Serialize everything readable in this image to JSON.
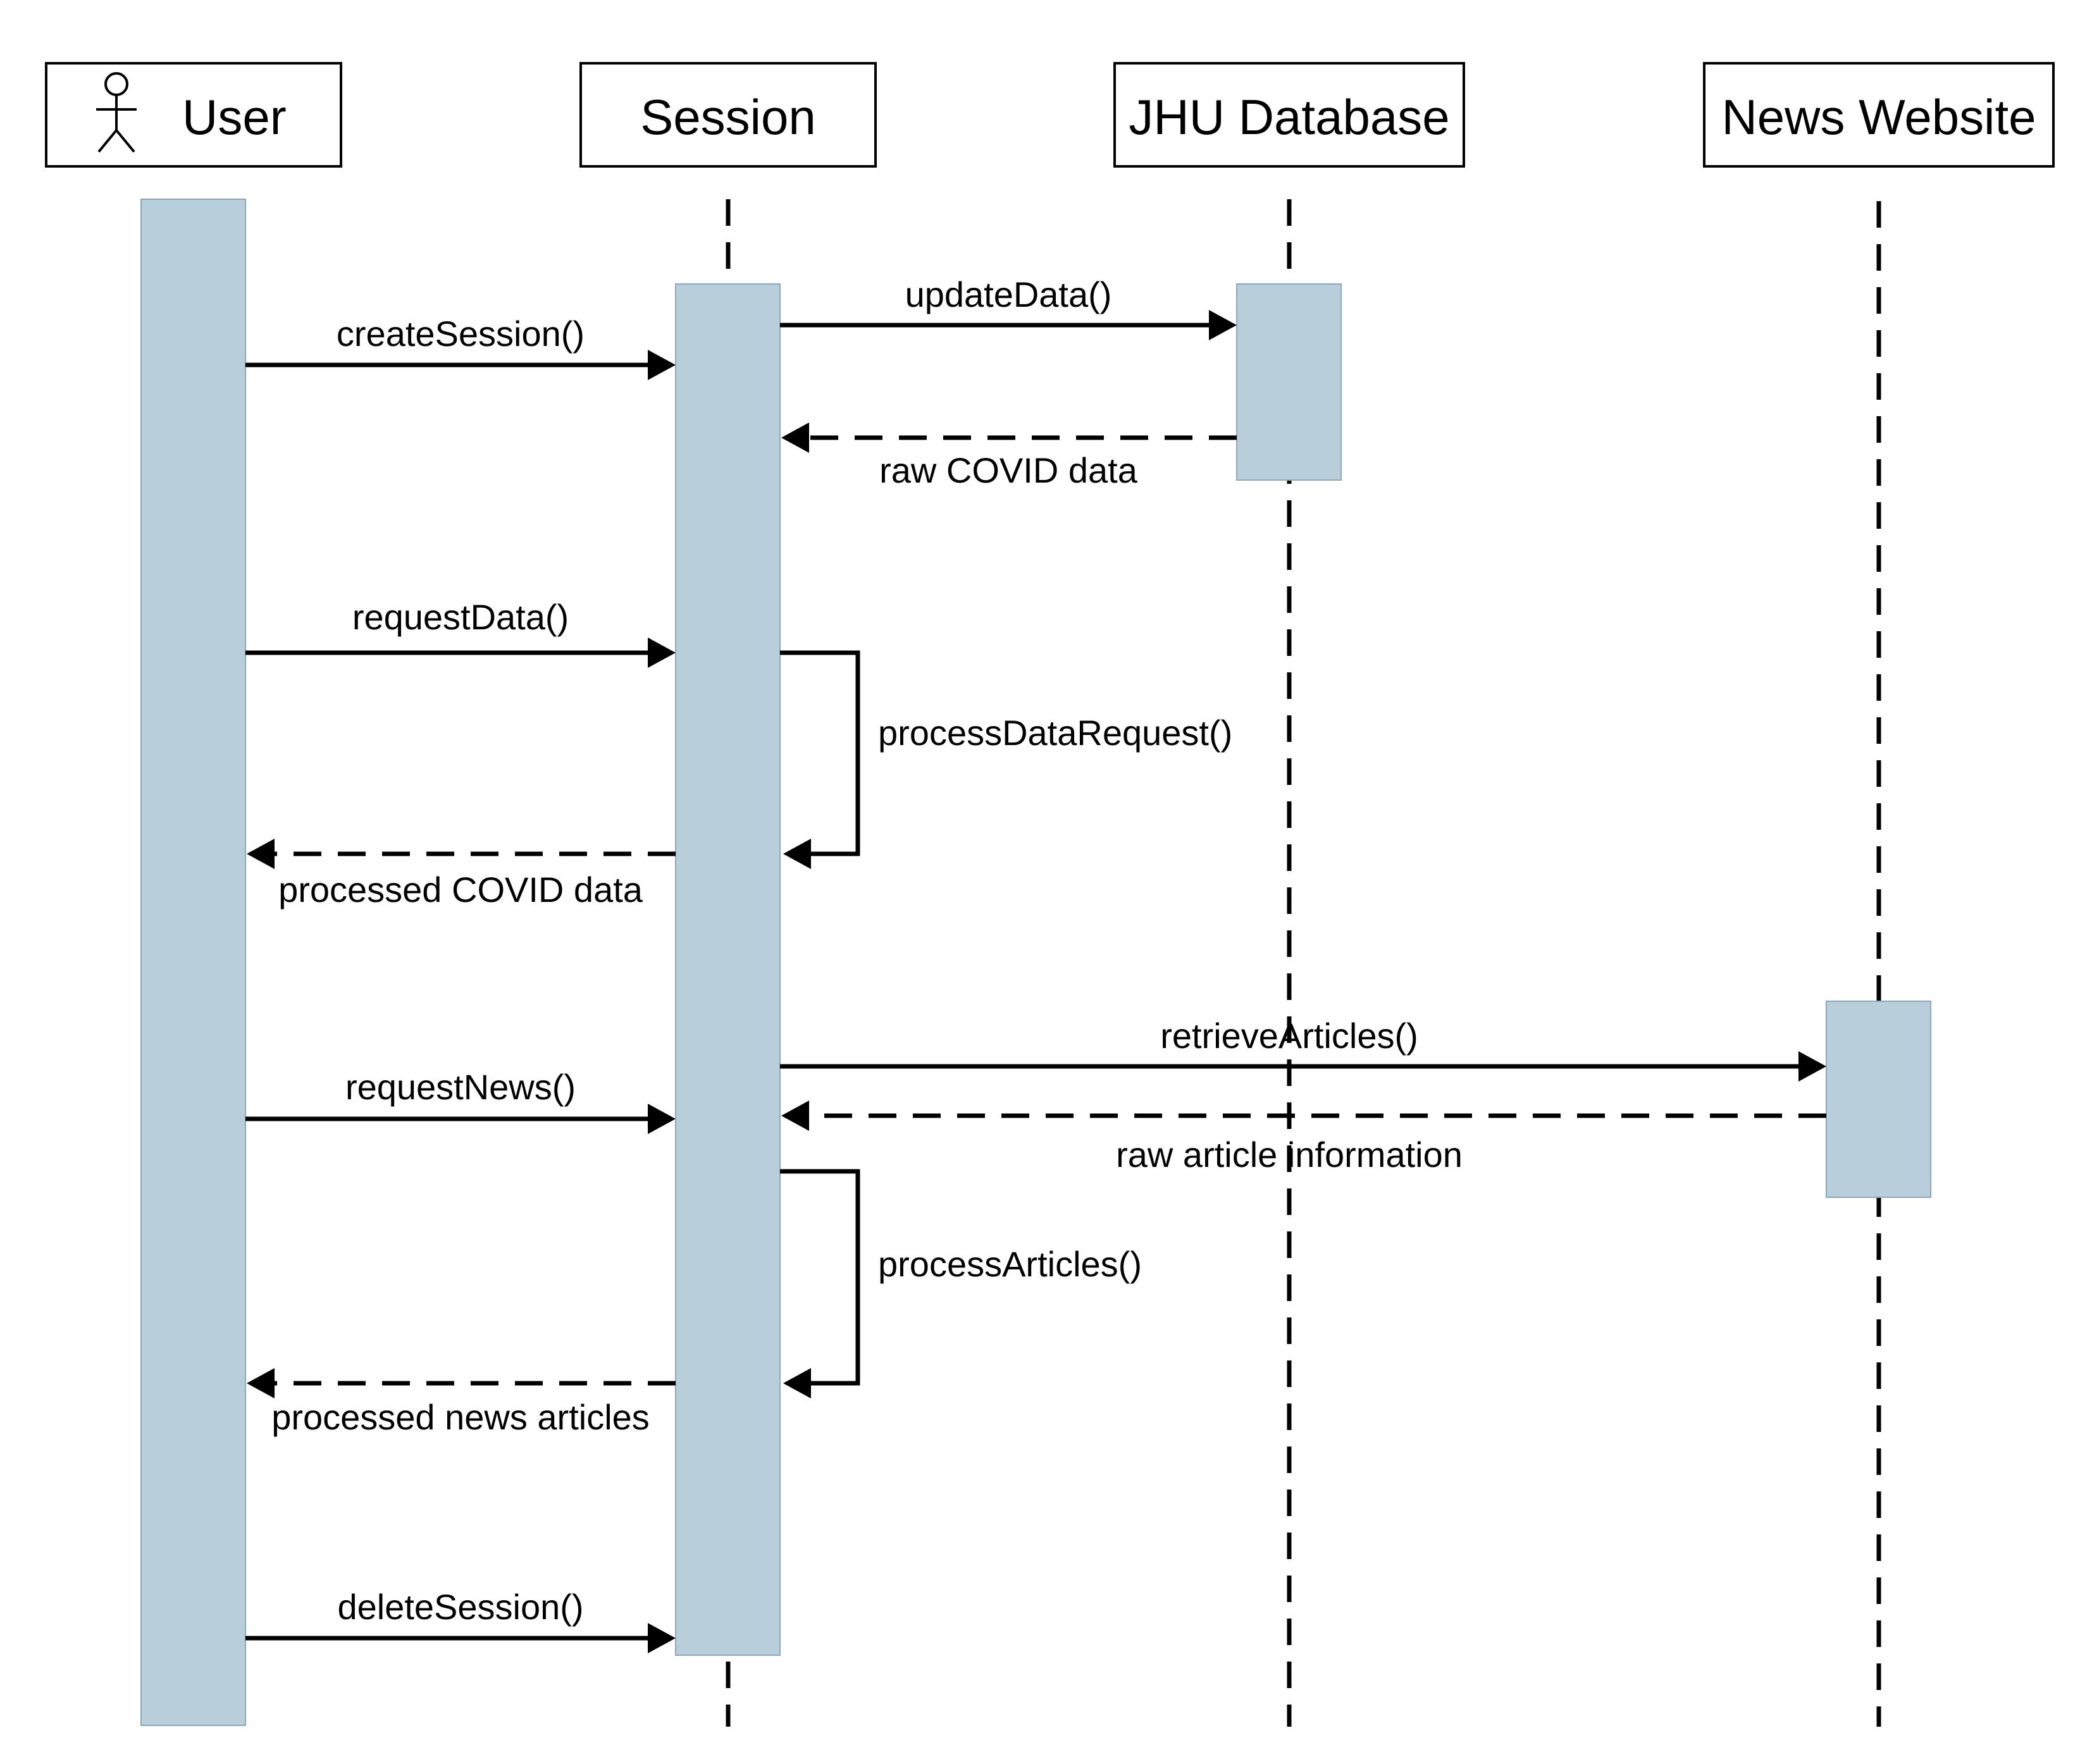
{
  "colors": {
    "activation_fill": "#b8cedb",
    "line": "#000000",
    "box_fill": "#ffffff"
  },
  "participants": [
    {
      "id": "user",
      "label": "User",
      "icon": "actor-icon"
    },
    {
      "id": "session",
      "label": "Session"
    },
    {
      "id": "jhu",
      "label": "JHU Database"
    },
    {
      "id": "news",
      "label": "News Website"
    }
  ],
  "messages": [
    {
      "id": "create-session",
      "label": "createSession()",
      "from": "user",
      "to": "session",
      "kind": "call"
    },
    {
      "id": "update-data",
      "label": "updateData()",
      "from": "session",
      "to": "jhu",
      "kind": "call"
    },
    {
      "id": "raw-covid",
      "label": "raw COVID data",
      "from": "jhu",
      "to": "session",
      "kind": "return"
    },
    {
      "id": "request-data",
      "label": "requestData()",
      "from": "user",
      "to": "session",
      "kind": "call"
    },
    {
      "id": "process-data-request",
      "label": "processDataRequest()",
      "from": "session",
      "to": "session",
      "kind": "self"
    },
    {
      "id": "processed-covid",
      "label": "processed COVID data",
      "from": "session",
      "to": "user",
      "kind": "return"
    },
    {
      "id": "retrieve-articles",
      "label": "retrieveArticles()",
      "from": "session",
      "to": "news",
      "kind": "call"
    },
    {
      "id": "request-news",
      "label": "requestNews()",
      "from": "user",
      "to": "session",
      "kind": "call"
    },
    {
      "id": "raw-article",
      "label": "raw article information",
      "from": "news",
      "to": "session",
      "kind": "return"
    },
    {
      "id": "process-articles",
      "label": "processArticles()",
      "from": "session",
      "to": "session",
      "kind": "self"
    },
    {
      "id": "processed-news",
      "label": "processed news articles",
      "from": "session",
      "to": "user",
      "kind": "return"
    },
    {
      "id": "delete-session",
      "label": "deleteSession()",
      "from": "user",
      "to": "session",
      "kind": "call"
    }
  ]
}
